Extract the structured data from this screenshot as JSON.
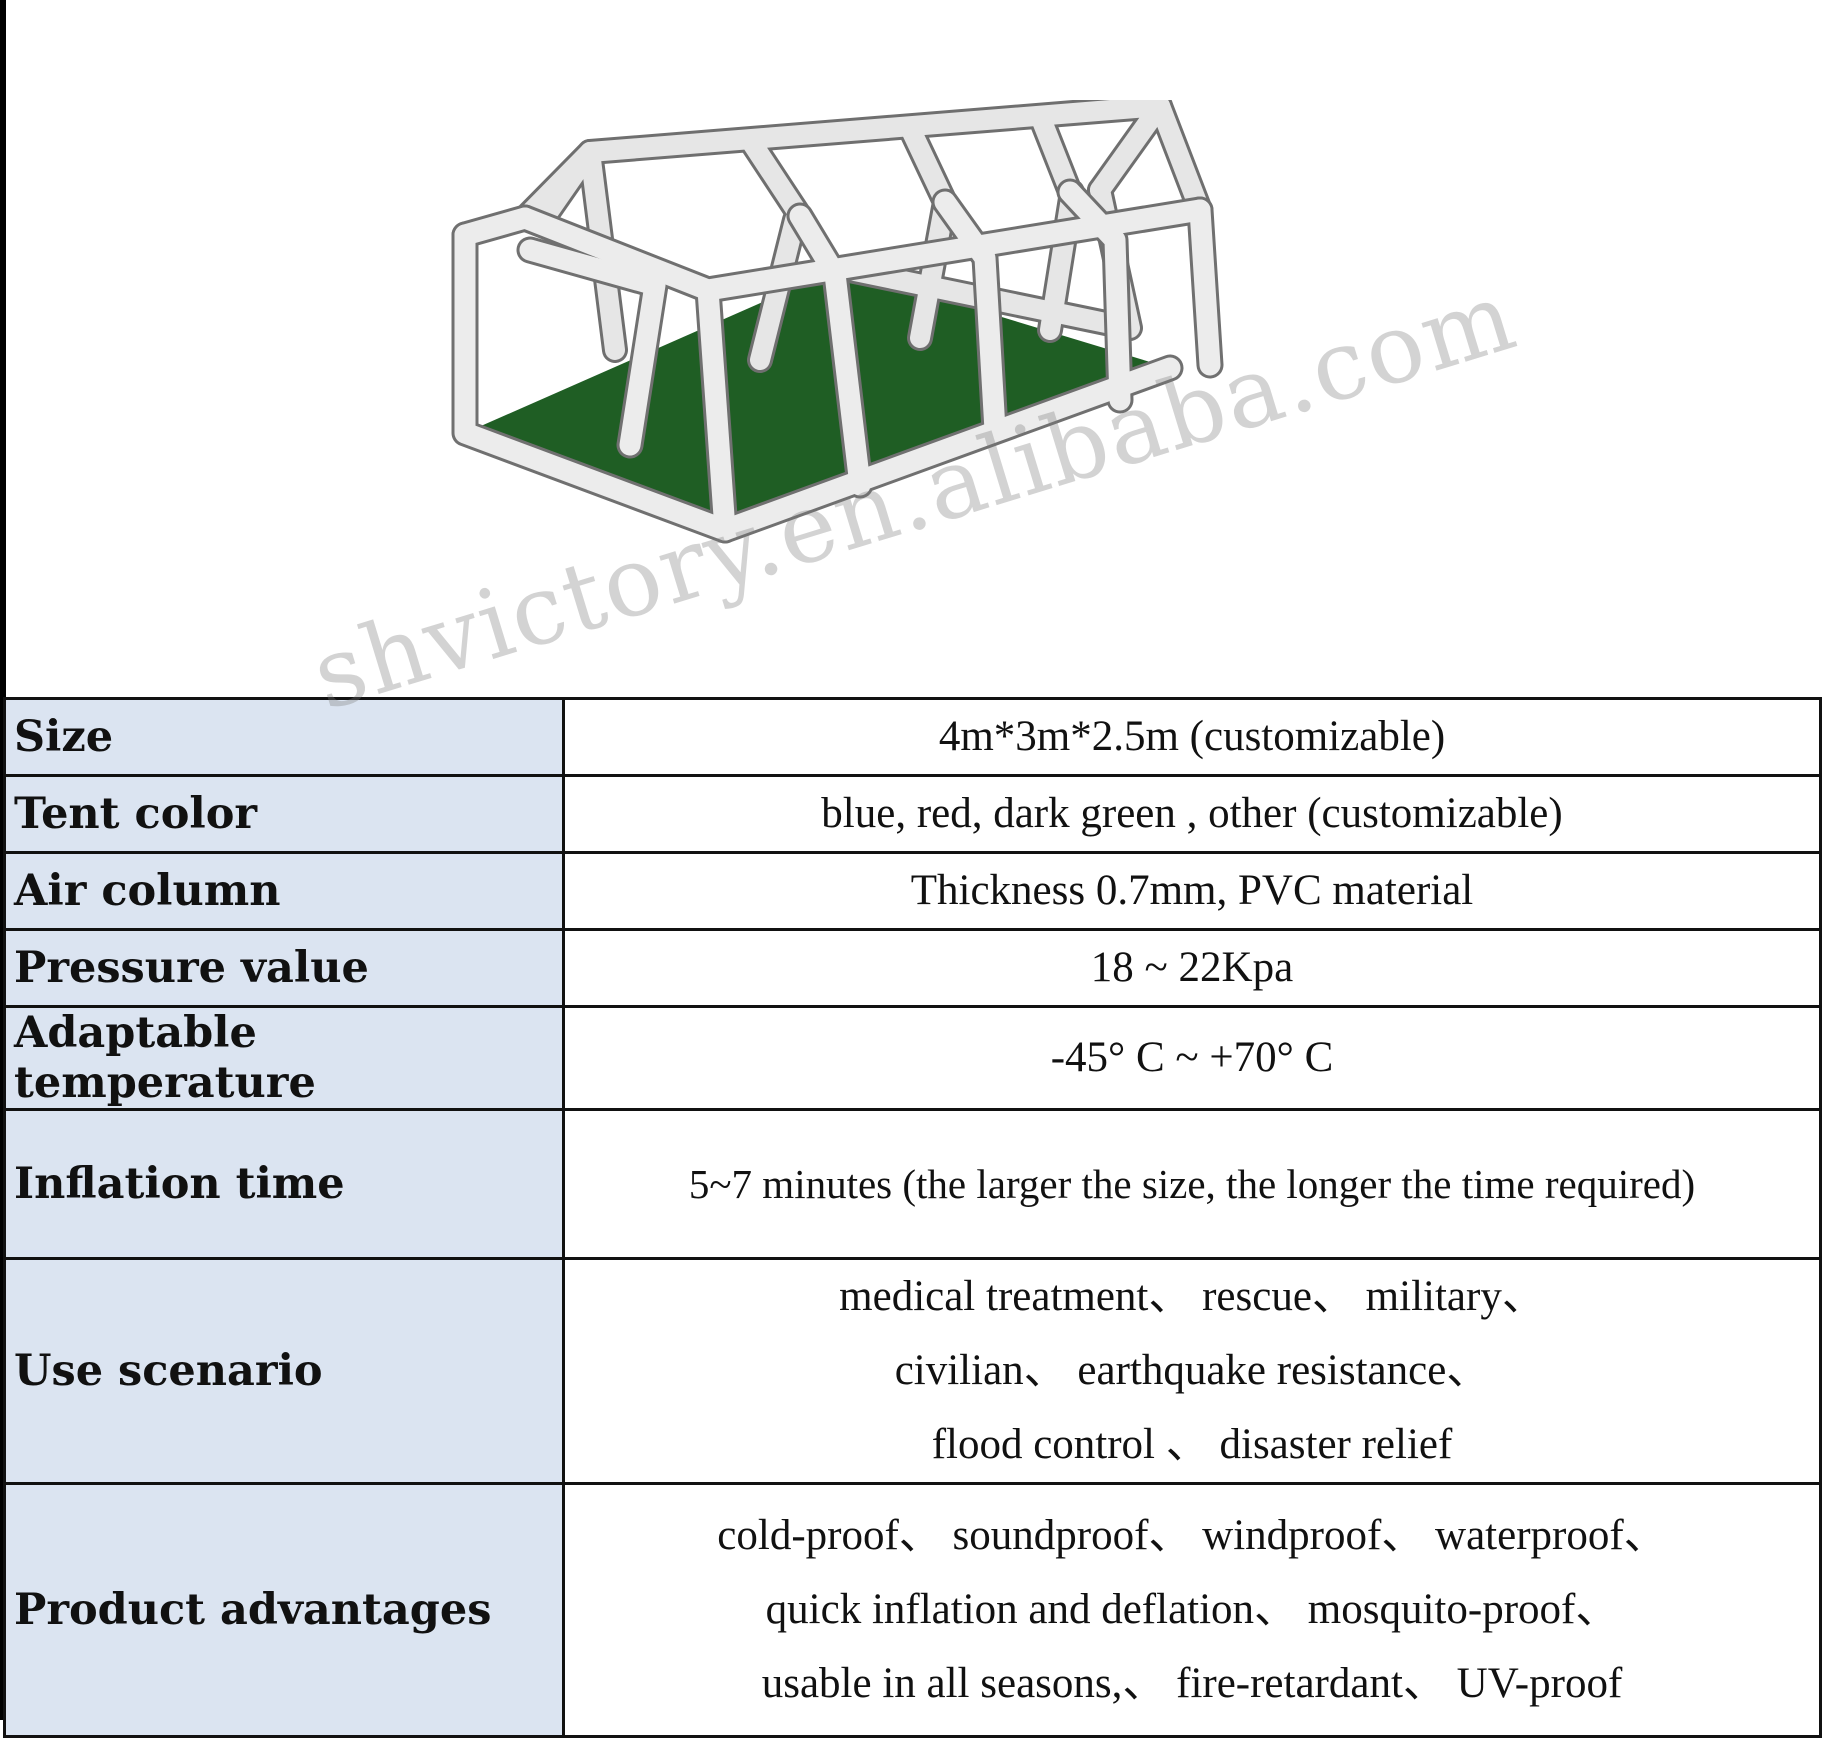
{
  "watermark": "shvictory.en.alibaba.com",
  "illustration": {
    "subject": "inflatable-tent-frame",
    "frame_color": "#e4e4e4",
    "floor_color": "#1f5e24"
  },
  "specs": [
    {
      "label": "Size",
      "lines": [
        "4m*3m*2.5m (customizable)"
      ]
    },
    {
      "label": "Tent color",
      "lines": [
        "blue, red, dark green ,   other (customizable)"
      ]
    },
    {
      "label": "Air column",
      "lines": [
        "Thickness 0.7mm, PVC material"
      ]
    },
    {
      "label": "Pressure value",
      "lines": [
        "18 ~ 22Kpa"
      ]
    },
    {
      "label": "Adaptable temperature",
      "lines": [
        "-45°   C ~ +70°   C"
      ]
    },
    {
      "label": "Inflation time",
      "lines": [
        "5~7 minutes (the larger the size, the longer the time required)"
      ]
    },
    {
      "label": "Use scenario",
      "lines": [
        "medical treatment、 rescue、 military、",
        "civilian、 earthquake resistance、",
        "flood control 、 disaster relief"
      ]
    },
    {
      "label": "Product advantages",
      "lines": [
        "cold-proof、 soundproof、 windproof、 waterproof、",
        "quick inflation and deflation、 mosquito-proof、",
        "usable in all seasons,、 fire-retardant、 UV-proof"
      ]
    }
  ]
}
